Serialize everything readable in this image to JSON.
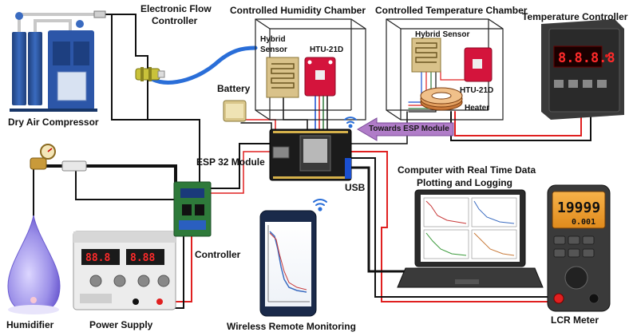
{
  "labels": {
    "dry_air_compressor": "Dry Air Compressor",
    "electronic_flow_controller_line1": "Electronic Flow",
    "electronic_flow_controller_line2": "Controller",
    "controlled_humidity_chamber": "Controlled Humidity Chamber",
    "controlled_temperature_chamber": "Controlled Temperature Chamber",
    "temperature_controller": "Temperature Controller",
    "hybrid_sensor_humidity_line1": "Hybrid",
    "hybrid_sensor_humidity_line2": "Sensor",
    "htu21d_humidity": "HTU-21D",
    "hybrid_sensor_temperature": "Hybrid Sensor",
    "htu21d_temperature": "HTU-21D",
    "heater": "Heater",
    "battery": "Battery",
    "towards_esp_module": "Towards ESP Module",
    "esp32_module": "ESP 32 Module",
    "usb": "USB",
    "computer_line1": "Computer with Real Time Data",
    "computer_line2": "Plotting and Logging",
    "humidifier": "Humidifier",
    "power_supply": "Power Supply",
    "controller": "Controller",
    "wireless_remote_monitoring": "Wireless Remote Monitoring",
    "lcr_meter": "LCR Meter"
  },
  "displays": {
    "temperature_controller_reading": "8.8.8.8",
    "lcr_meter_main": "19999",
    "lcr_meter_secondary": "0.001",
    "power_supply_volts": "88.8",
    "power_supply_amps": "8.88"
  },
  "colors": {
    "wire_black": "#111111",
    "wire_red": "#e02020",
    "wire_blue": "#1a4fd0",
    "tube_blue": "#2a6ed8",
    "arrow_purple": "#b07cc8",
    "pcb_red": "#d4143c",
    "pcb_green": "#2e7a3a",
    "esp_black": "#1b1b1b"
  }
}
